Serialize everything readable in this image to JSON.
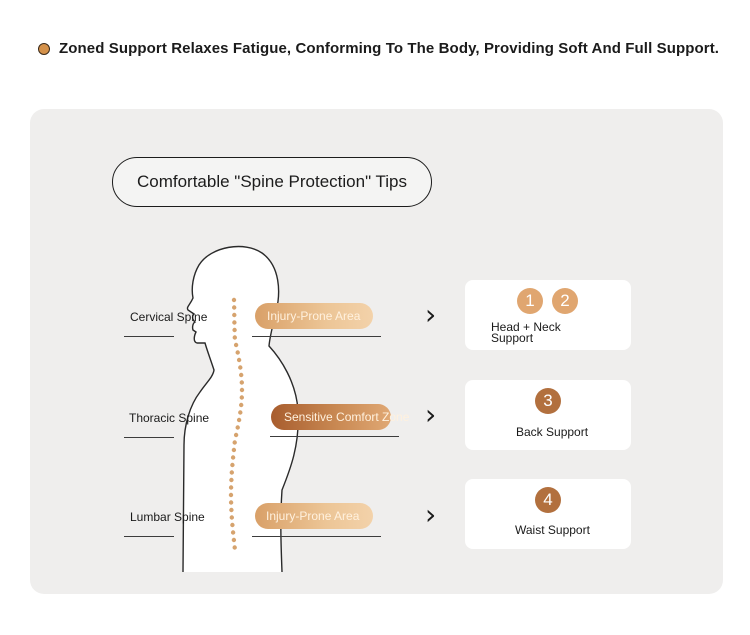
{
  "headline": {
    "text": "Zoned Support Relaxes Fatigue, Conforming To The Body, Providing Soft And Full Support."
  },
  "tips_title": "Comfortable \"Spine Protection\" Tips",
  "rows": [
    {
      "label": "Cervical Spine",
      "zone": "Injury-Prone Area",
      "card_lines": [
        "Head + Neck",
        "Support"
      ],
      "badges": [
        "1",
        "2"
      ]
    },
    {
      "label": "Thoracic Spine",
      "zone": "Sensitive Comfort Zone",
      "card_lines": [
        "Back Support"
      ],
      "badges": [
        "3"
      ]
    },
    {
      "label": "Lumbar Spine",
      "zone": "Injury-Prone Area",
      "card_lines": [
        "Waist Support"
      ],
      "badges": [
        "4"
      ]
    }
  ],
  "colors": {
    "accent_light": "#e0a670",
    "accent_dark": "#b2703e",
    "panel_background": "#efeeed"
  },
  "icons": {
    "headline_bullet": "dot-icon",
    "row_arrow": "chevron-right-icon"
  }
}
